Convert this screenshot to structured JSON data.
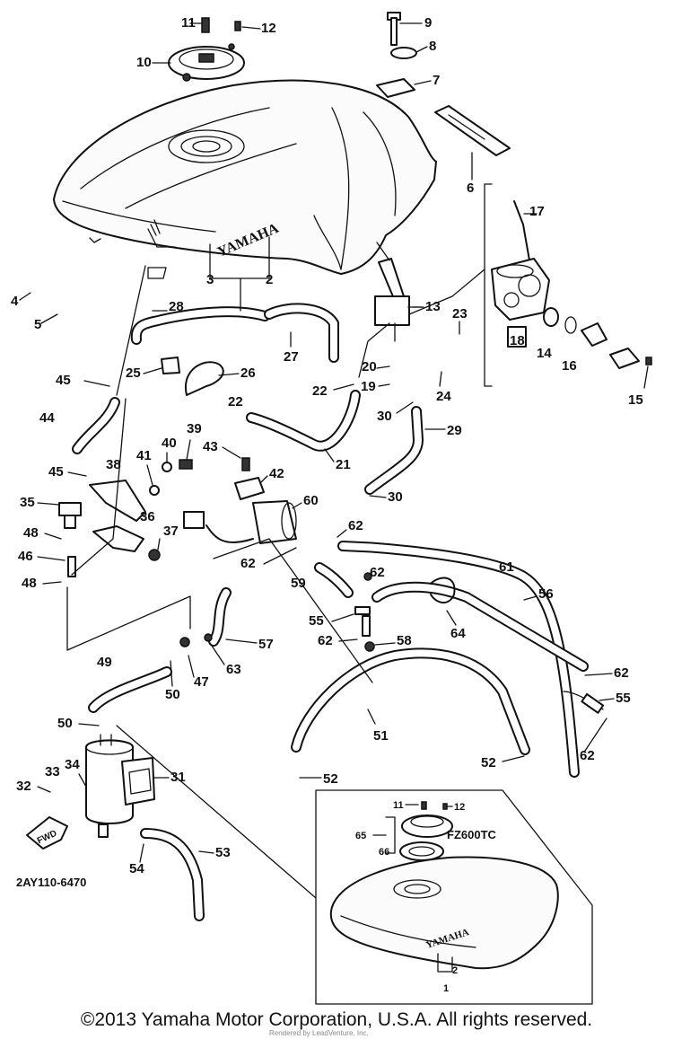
{
  "diagram": {
    "brand_mark": "YAMAHA",
    "inset_brand_mark": "YAMAHA",
    "inset_model": "FZ600TC",
    "catalog_code": "2AY110-6470",
    "front_arrow_label": "FWD"
  },
  "labels": [
    "1",
    "2",
    "3",
    "4",
    "5",
    "6",
    "7",
    "8",
    "9",
    "10",
    "11",
    "12",
    "13",
    "14",
    "15",
    "16",
    "17",
    "18",
    "19",
    "20",
    "21",
    "22",
    "23",
    "24",
    "25",
    "26",
    "27",
    "28",
    "29",
    "30",
    "31",
    "32",
    "33",
    "34",
    "35",
    "36",
    "37",
    "38",
    "39",
    "40",
    "41",
    "42",
    "43",
    "44",
    "45",
    "46",
    "47",
    "48",
    "49",
    "50",
    "51",
    "52",
    "53",
    "54",
    "55",
    "56",
    "57",
    "58",
    "59",
    "60",
    "61",
    "62",
    "63",
    "64",
    "65",
    "66"
  ],
  "footer": {
    "copyright": "©2013 Yamaha Motor Corporation, U.S.A. All rights reserved.",
    "watermark": "Rendered by LeadVenture, Inc."
  }
}
